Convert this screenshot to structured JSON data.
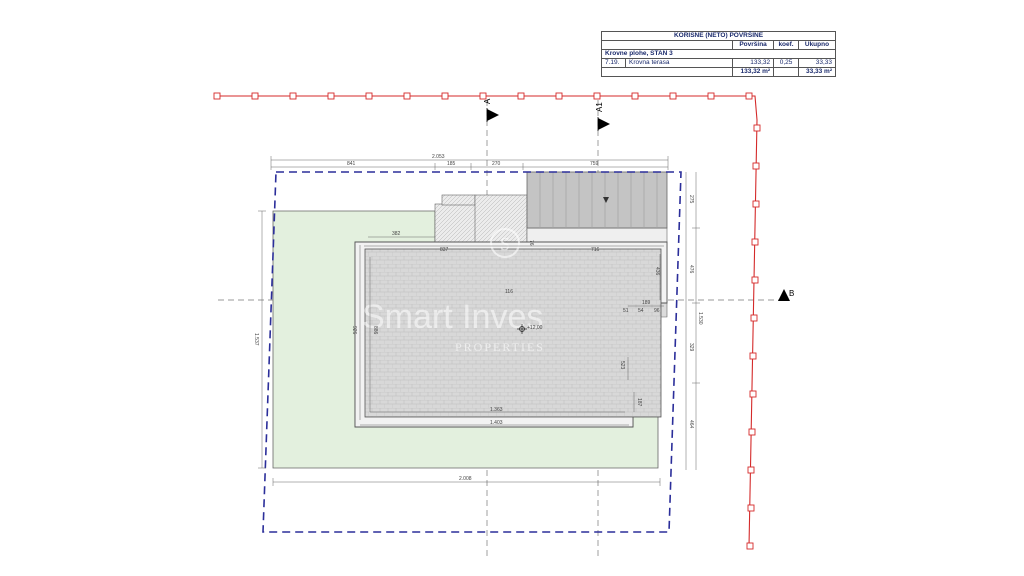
{
  "table": {
    "title": "KORISNE (NETO) POVRŠINE",
    "columns": [
      "Površina",
      "koef.",
      "Ukupno"
    ],
    "section": "Krovne plohe,   STAN 3",
    "row": {
      "num": "7.19.",
      "name": "Krovna terasa",
      "area": "133,32",
      "coef": "0,25",
      "total": "33,33"
    },
    "sum": {
      "area": "133,32 m²",
      "total": "33,33 m²"
    }
  },
  "sections": {
    "a": "A",
    "a1": "A1",
    "b": "B"
  },
  "dims": {
    "top_total": "2.053",
    "top_1": "841",
    "top_2": "185",
    "top_3": "270",
    "top_4": "759",
    "inner_382": "382",
    "inner_837": "837",
    "inner_716": "716",
    "inner_76": "76",
    "room_label": "116",
    "right_275": "275",
    "right_476": "476",
    "right_1530": "1.530",
    "right_329": "329",
    "right_464": "464",
    "inner_436": "436",
    "inner_189": "189",
    "inner_51": "51",
    "inner_54": "54",
    "inner_96": "96",
    "left_1537": "1.537",
    "left_926": "926",
    "left_886": "886",
    "inner_523": "523",
    "inner_187": "187",
    "bottom_1363": "1.363",
    "bottom_1403": "1.403",
    "bottom_2008": "2.008",
    "elevation": "+12,00"
  },
  "watermark": {
    "line1": "Smart Inves",
    "line2": "PROPERTIES"
  },
  "colors": {
    "boundary": "#d42a2a",
    "outline": "#2b2e9a",
    "garden": "#e3f0de",
    "terrace": "#d6d6d6",
    "roof": "#c4c4c4",
    "text": "#1a2a6c"
  }
}
